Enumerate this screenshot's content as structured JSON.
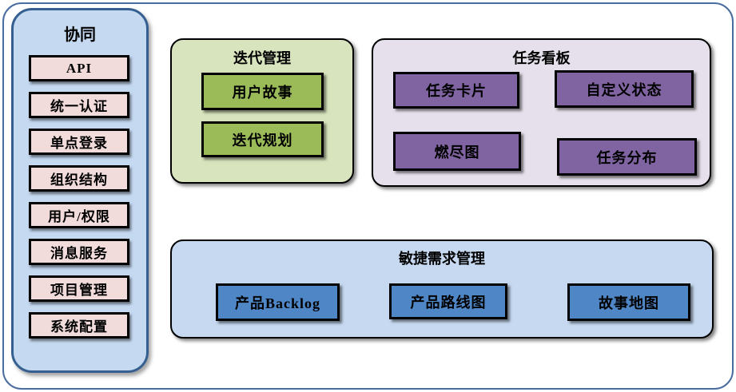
{
  "sidebar": {
    "title": "协同",
    "items": [
      "API",
      "统一认证",
      "单点登录",
      "组织结构",
      "用户/权限",
      "消息服务",
      "项目管理",
      "系统配置"
    ]
  },
  "groups": {
    "iteration": {
      "title": "迭代管理",
      "items": [
        "用户故事",
        "迭代规划"
      ]
    },
    "kanban": {
      "title": "任务看板",
      "items": [
        "任务卡片",
        "自定义状态",
        "燃尽图",
        "任务分布"
      ]
    },
    "agile": {
      "title": "敏捷需求管理",
      "items": [
        "产品Backlog",
        "产品路线图",
        "故事地图"
      ]
    }
  },
  "colors": {
    "page_border": "#4a6d9f",
    "sidebar_fill": "#c5d9f1",
    "sidebar_border": "#365f91",
    "sidebar_item_fill": "#f2dcdb",
    "iteration_fill": "#d7e4bd",
    "iteration_item_fill": "#9bbb59",
    "kanban_fill": "#e6e0ec",
    "kanban_item_fill": "#8064a2",
    "agile_fill": "#c6d9f0",
    "agile_item_fill": "#4e86c6",
    "box_border": "#000000"
  }
}
